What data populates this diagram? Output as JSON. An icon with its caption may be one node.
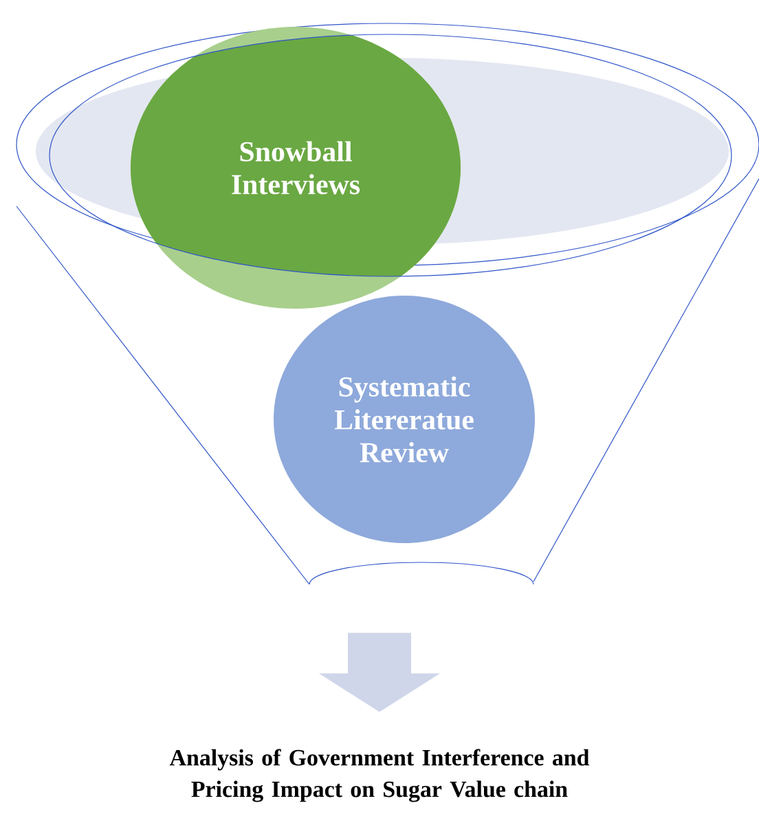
{
  "diagram": {
    "nodes": [
      {
        "text": [],
        "shape": "funnel"
      },
      {
        "text": [
          "Snowball Interviews"
        ],
        "in": 0
      },
      {
        "text": [
          "Systematic Litereratue Review"
        ],
        "in": 0
      },
      {
        "text": [
          "Analysis of Government Interference and Pricing Impact on Sugar Value chain"
        ]
      }
    ],
    "edges": [
      {
        "from": 0,
        "to": 3,
        "arrow": "to",
        "style": "thick",
        "color": "#cfd6ea"
      }
    ]
  }
}
